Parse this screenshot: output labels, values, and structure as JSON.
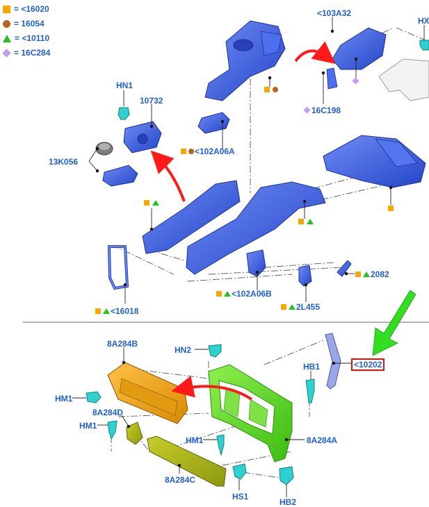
{
  "legend": [
    {
      "symbol": "square",
      "color": "#f5a800",
      "text": "= <16020"
    },
    {
      "symbol": "circle",
      "color": "#b5651d",
      "text": "= 16054"
    },
    {
      "symbol": "triangle",
      "color": "#22c322",
      "text": "= <10110"
    },
    {
      "symbol": "diamond",
      "color": "#c79bf0",
      "text": "= 16C284"
    }
  ],
  "labels": {
    "hn1": "HN1",
    "p10732": "10732",
    "p13k056": "13K056",
    "p102a06a": "<102A06A",
    "p103a32": "<103A32",
    "hx": "HX",
    "p16c198": "16C198",
    "p16018": "<16018",
    "p102a06b": "<102A06B",
    "p2l455": "2L455",
    "p2082": "2082",
    "p8a284b": "8A284B",
    "hn2": "HN2",
    "hb1": "HB1",
    "p10202": "<10202",
    "hm1_a": "HM1",
    "p8a284d": "8A284D",
    "hm1_b": "HM1",
    "hm1_c": "HM1",
    "p8a284a": "8A284A",
    "p8a284c": "8A284C",
    "hs1": "HS1",
    "hb2": "HB2"
  },
  "colors": {
    "label": "#1f5fd6",
    "body_part": "#3a5fe0",
    "bumper_beam": "#f0a81c",
    "radiator_support": "#5fe02a",
    "fastener": "#2fd0d0",
    "arrow_red": "#ff1a1a",
    "arrow_green": "#33dd22",
    "highlight_box": "#e01010"
  }
}
